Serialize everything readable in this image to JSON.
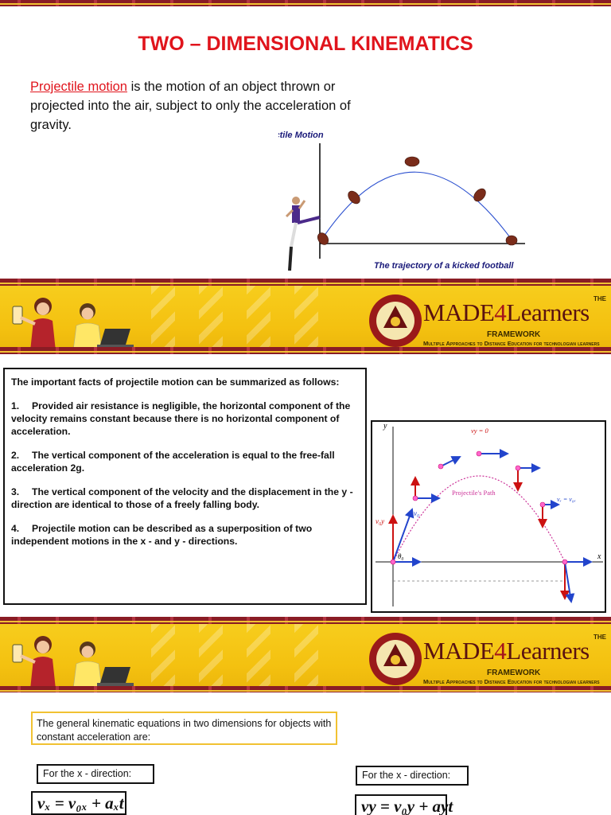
{
  "slide1": {
    "title": "TWO – DIMENSIONAL KINEMATICS",
    "intro_term": "Projectile motion",
    "intro_rest": " is the motion of an object thrown or projected into the air, subject to only the acceleration of gravity.",
    "figure_title": "Projectile Motion",
    "figure_caption": "The trajectory of a kicked football"
  },
  "banner": {
    "the": "THE",
    "brand_a": "MADE",
    "brand_b": "4",
    "brand_c": "Learners",
    "framework": "FRAMEWORK",
    "tagline": "Multiple Approaches to Distance Education for technologian learners"
  },
  "slide2": {
    "facts_intro": "The important facts of projectile motion can be summarized as follows:",
    "facts": [
      {
        "num": "1.",
        "text": "Provided air resistance is negligible, the horizontal component of the velocity remains constant because there is no horizontal component of acceleration."
      },
      {
        "num": "2.",
        "text": "The vertical component of the acceleration is equal to the free-fall acceleration 2g."
      },
      {
        "num": "3.",
        "text": "The vertical component of the velocity and the displacement in the y - direction are identical to those of a freely falling body."
      },
      {
        "num": "4.",
        "text": "Projectile motion can be described as a superposition of two independent motions in the x - and y - directions."
      }
    ],
    "diagram": {
      "label_path": "Projectile's Path",
      "label_v0": "v₀",
      "label_vx": "vₓ = v₀ₓ",
      "label_vy0": "v₀y",
      "label_theta": "θ₀",
      "label_vy_top": "vy = 0",
      "axis_x": "x",
      "axis_y": "y"
    }
  },
  "slide3": {
    "intro": "The general kinematic equations in two dimensions for objects with constant acceleration are:",
    "x_label": "For the x  -  direction:",
    "y_label": "For the x  -  direction:",
    "x_eq": "vₓ = v₀ₓ + aₓt",
    "y_eq": "vy = v₀y + ayt"
  },
  "colors": {
    "stripe": "#8a1c24",
    "banner_yellow": "#f4c110",
    "title_red": "#e0141c",
    "brand_maroon": "#5a1210"
  }
}
